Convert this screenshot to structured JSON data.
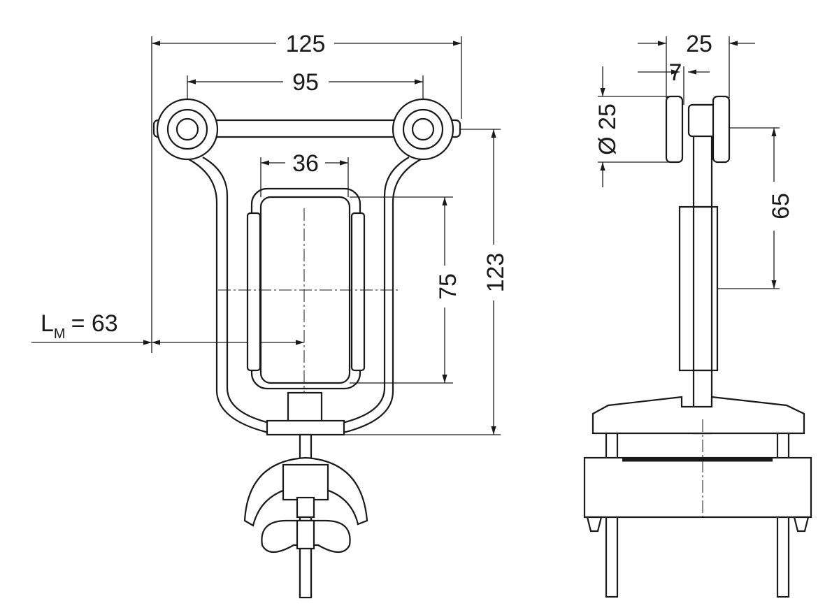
{
  "front_view": {
    "dim_overall_width": "125",
    "dim_wheel_spacing": "95",
    "dim_inner_width": "36",
    "dim_inner_height": "75",
    "dim_overall_height": "123",
    "lm_label": "L",
    "lm_subscript": "M",
    "lm_value": "= 63"
  },
  "side_view": {
    "dim_width": "25",
    "dim_gap": "7",
    "dim_wheel_diameter": "Ø 25",
    "dim_axle_to_center": "65"
  }
}
